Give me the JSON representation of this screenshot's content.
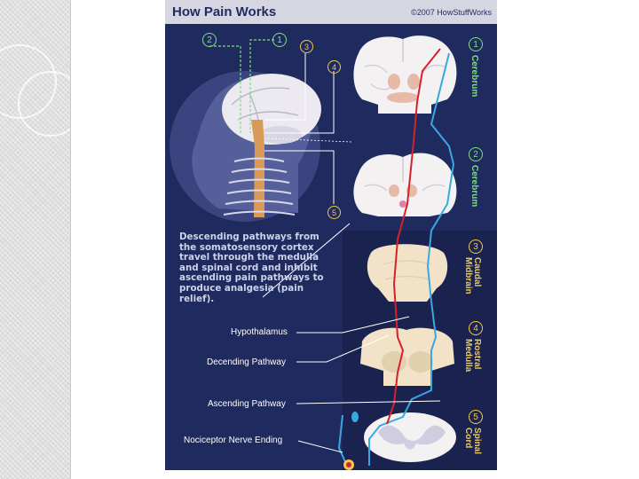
{
  "header": {
    "title": "How Pain Works",
    "copyright": "©2007 HowStuffWorks"
  },
  "caption": "Descending pathways from the somatosensory cortex travel through the medulla and spinal cord and inhibit ascending pain pathways to produce analgesia (pain relief).",
  "pointer_labels": {
    "hypothalamus": "Hypothalamus",
    "descending": "Decending Pathway",
    "ascending": "Ascending Pathway",
    "nociceptor": "Nociceptor Nerve Ending"
  },
  "head_markers": {
    "m1": "1",
    "m2": "2",
    "m3": "3",
    "m4": "4",
    "m5": "5"
  },
  "sections": [
    {
      "number": "1",
      "label": "Cerebrum"
    },
    {
      "number": "2",
      "label": "Cerebrum"
    },
    {
      "number": "3",
      "label": "Caudal\nMidbrain"
    },
    {
      "number": "4",
      "label": "Rostral\nMedulla"
    },
    {
      "number": "5",
      "label": "Spinal\nCord"
    }
  ],
  "colors": {
    "panel": "#1f2a5e",
    "header": "#d6d6e2",
    "ascending": "#3aa8e0",
    "descending": "#d8202a",
    "tissue": "#f1e2c8",
    "green_label": "#7fe07f",
    "yellow_label": "#f2c94c"
  }
}
